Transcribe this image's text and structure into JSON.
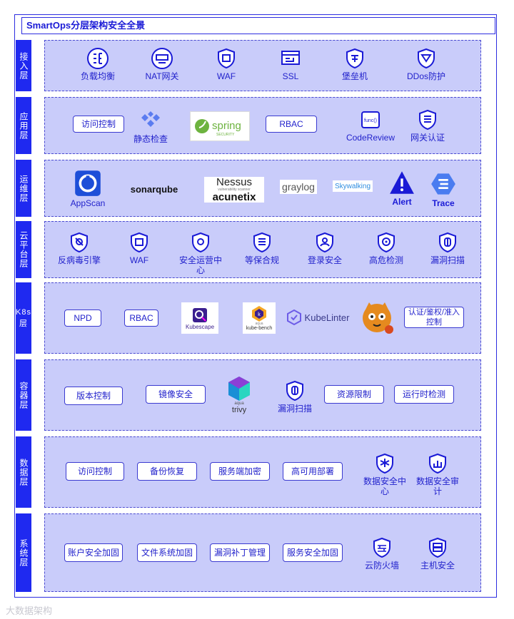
{
  "title": "SmartOps分层架构安全全景",
  "layers": [
    {
      "label": "接入层",
      "items": [
        "负载均衡",
        "NAT网关",
        "WAF",
        "SSL",
        "堡垒机",
        "DDos防护"
      ]
    },
    {
      "label": "应用层",
      "items": [
        "访问控制",
        "静态检查",
        "spring security",
        "RBAC",
        "CodeReview",
        "网关认证"
      ]
    },
    {
      "label": "运维层",
      "items": [
        "AppScan",
        "sonarqube",
        "Nessus",
        "acunetix",
        "graylog",
        "Skywalking",
        "Alert",
        "Trace"
      ]
    },
    {
      "label": "云平台层",
      "items": [
        "反病毒引擎",
        "WAF",
        "安全运营中心",
        "等保合规",
        "登录安全",
        "高危检测",
        "漏洞扫描"
      ]
    },
    {
      "label": "K8s层",
      "items": [
        "NPD",
        "RBAC",
        "Kubescape",
        "kube-bench",
        "KubeLinter",
        "认证/鉴权/准入控制"
      ]
    },
    {
      "label": "容器层",
      "items": [
        "版本控制",
        "镜像安全",
        "trivy",
        "漏洞扫描",
        "资源限制",
        "运行时检测"
      ]
    },
    {
      "label": "数据层",
      "items": [
        "访问控制",
        "备份恢复",
        "服务端加密",
        "高可用部署",
        "数据安全中心",
        "数据安全审计"
      ]
    },
    {
      "label": "系统层",
      "items": [
        "账户安全加固",
        "文件系统加固",
        "漏洞补丁管理",
        "服务安全加固",
        "云防火墙",
        "主机安全"
      ]
    }
  ],
  "nessus_subtitle": "vulnerability scanner",
  "aqua_label": "aqua",
  "kube_bench_prefix": "aqua",
  "watermark": "大数据架构"
}
